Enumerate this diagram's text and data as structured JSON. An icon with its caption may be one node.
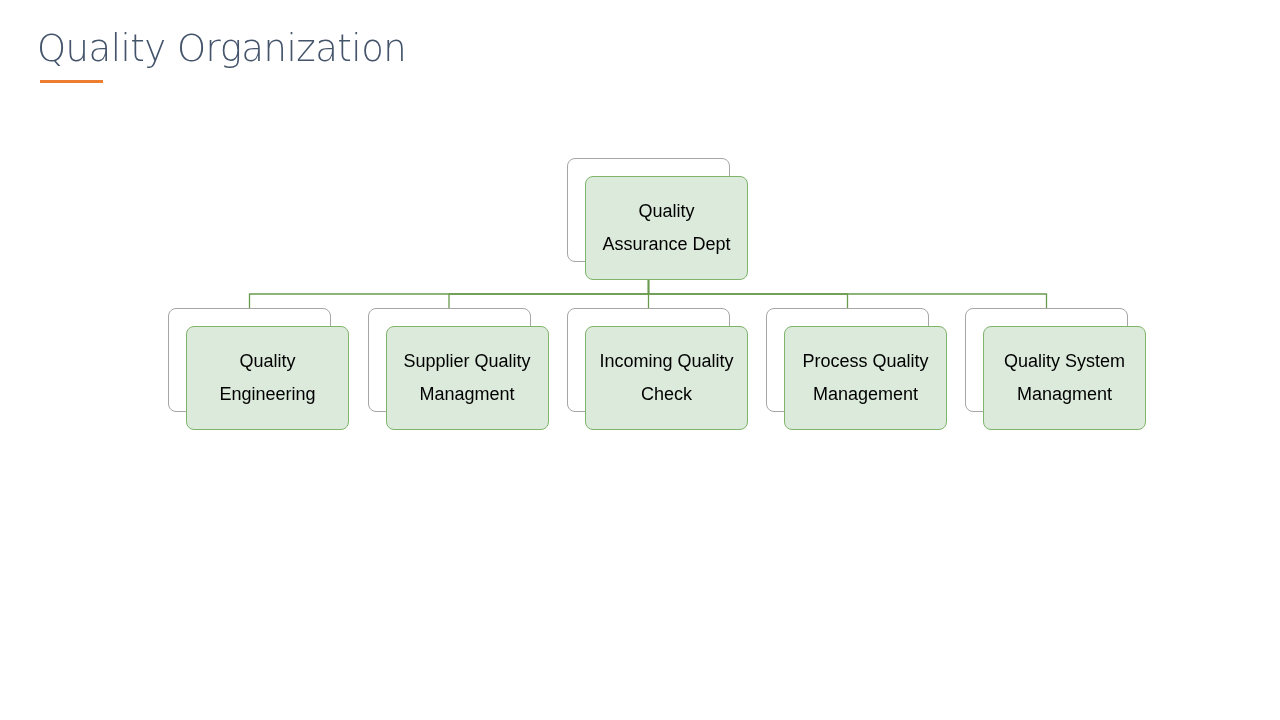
{
  "diagram": {
    "title": "Quality Organization",
    "nodes": [
      {
        "text": [
          "Quality Assurance Dept"
        ]
      },
      {
        "text": [
          "Quality Engineering"
        ]
      },
      {
        "text": [
          "Supplier Quality Managment"
        ]
      },
      {
        "text": [
          "Incoming Quality Check"
        ]
      },
      {
        "text": [
          "Process Quality Management"
        ]
      },
      {
        "text": [
          "Quality System Managment"
        ]
      }
    ],
    "edges": [
      {
        "from": 0,
        "to": 1,
        "arrow": "none"
      },
      {
        "from": 0,
        "to": 2,
        "arrow": "none"
      },
      {
        "from": 0,
        "to": 3,
        "arrow": "none"
      },
      {
        "from": 0,
        "to": 4,
        "arrow": "none"
      },
      {
        "from": 0,
        "to": 5,
        "arrow": "none"
      }
    ]
  }
}
